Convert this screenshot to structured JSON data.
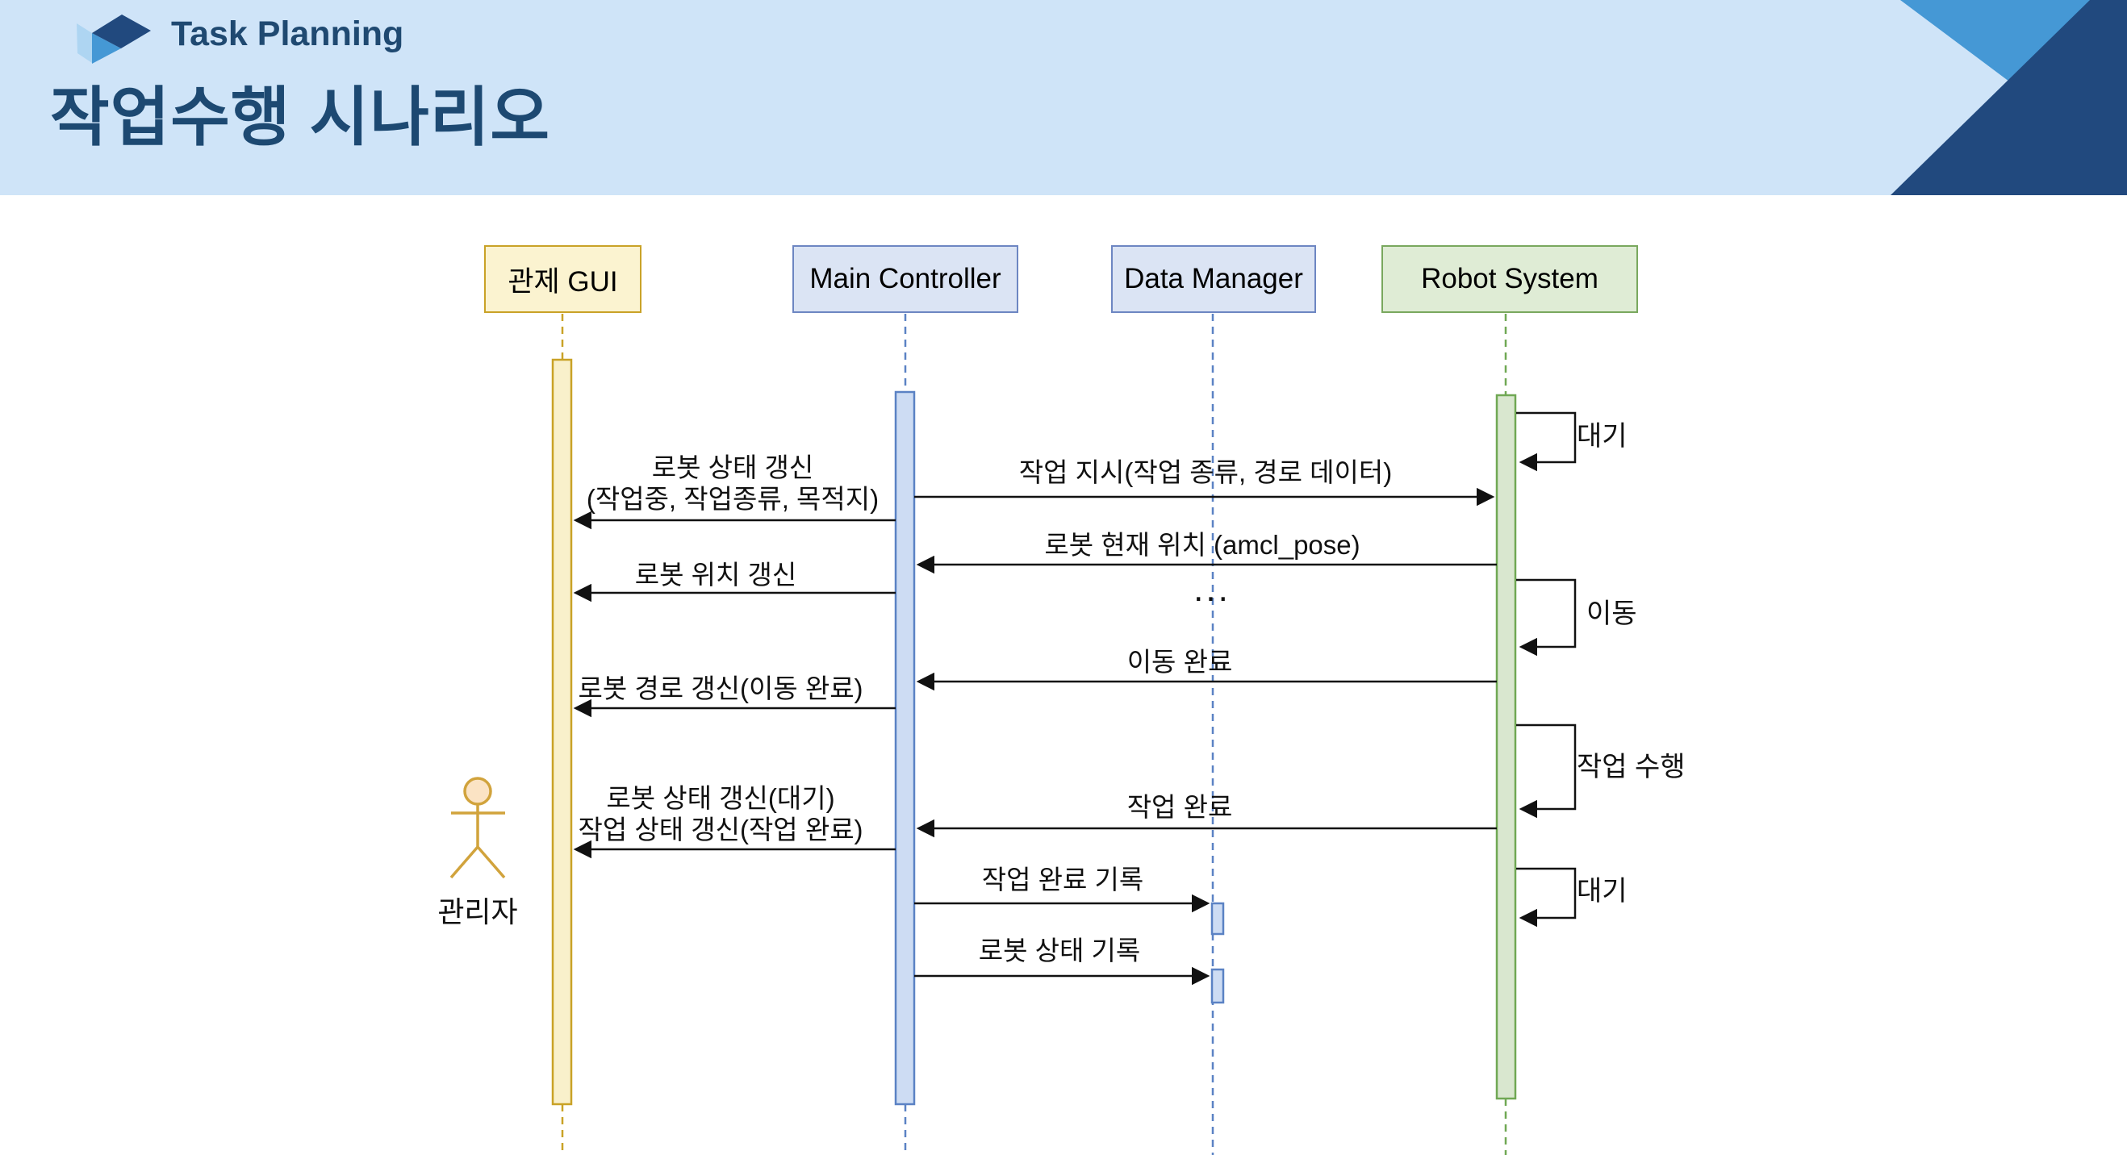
{
  "header": {
    "badge": "Task Planning",
    "title": "작업수행 시나리오"
  },
  "colors": {
    "band_bg": "#cfe4f8",
    "navy": "#21497e",
    "accent_blue": "#4598d5",
    "pale_blue": "#aed5f2",
    "gui_fill": "#fbf3d0",
    "gui_border": "#c9a227",
    "controller_fill": "#dbe4f4",
    "controller_border": "#6d86c2",
    "controller_bar_fill": "#cddcf3",
    "controller_bar_border": "#5b82c4",
    "robot_fill": "#dfecd5",
    "robot_border": "#79a85e",
    "robot_bar_fill": "#d9e7cf",
    "actor_stroke": "#d1a33c",
    "actor_head_fill": "#fbe3c4",
    "message_line": "#111111"
  },
  "actor": {
    "label": "관리자"
  },
  "lifelines": [
    {
      "label": "관제 GUI"
    },
    {
      "label": "Main Controller"
    },
    {
      "label": "Data Manager"
    },
    {
      "label": "Robot System"
    }
  ],
  "messages": [
    {
      "from": "Main Controller",
      "to": "Robot System",
      "label": "작업 지시(작업 종류, 경로 데이터)"
    },
    {
      "from": "Main Controller",
      "to": "관제 GUI",
      "label": "로봇 상태 갱신",
      "label2": "(작업중, 작업종류, 목적지)"
    },
    {
      "from": "Robot System",
      "to": "Main Controller",
      "label": "로봇 현재 위치 (amcl_pose)"
    },
    {
      "from": "Main Controller",
      "to": "관제 GUI",
      "label": "로봇 위치 갱신"
    },
    {
      "from": "Robot System",
      "to": "Main Controller",
      "label": "이동 완료"
    },
    {
      "from": "Main Controller",
      "to": "관제 GUI",
      "label": "로봇 경로 갱신(이동 완료)"
    },
    {
      "from": "Robot System",
      "to": "Main Controller",
      "label": "작업 완료"
    },
    {
      "from": "Main Controller",
      "to": "관제 GUI",
      "label": "로봇 상태 갱신(대기)",
      "label2": "작업 상태 갱신(작업 완료)"
    },
    {
      "from": "Main Controller",
      "to": "Data Manager",
      "label": "작업 완료 기록"
    },
    {
      "from": "Main Controller",
      "to": "Data Manager",
      "label": "로봇 상태 기록"
    }
  ],
  "self_messages": [
    {
      "on": "Robot System",
      "label": "대기"
    },
    {
      "on": "Robot System",
      "label": "이동"
    },
    {
      "on": "Robot System",
      "label": "작업 수행"
    },
    {
      "on": "Robot System",
      "label": "대기"
    }
  ],
  "ellipsis": "..."
}
